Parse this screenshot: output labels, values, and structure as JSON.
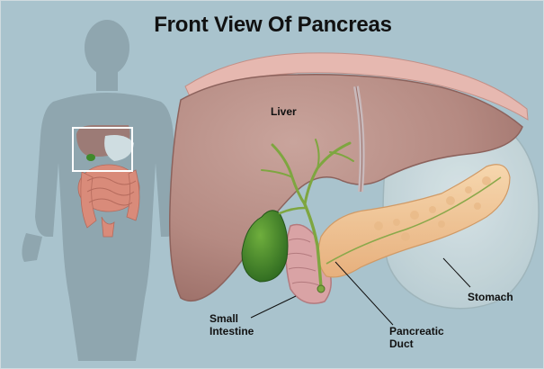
{
  "title": "Front View Of Pancreas",
  "labels": {
    "liver": "Liver",
    "stomach": "Stomach",
    "small_intestine": "Small\nIntestine",
    "pancreatic_duct": "Pancreatic\nDuct"
  },
  "colors": {
    "background": "#a9c3cd",
    "liver": "#b58a82",
    "stomach": "#c9d8dc",
    "pancreas": "#f1c79a",
    "gallbladder": "#3f8a2b",
    "bile_duct": "#7ea640",
    "silhouette": "#8fa6af",
    "highlight_box": "#ffffff"
  }
}
